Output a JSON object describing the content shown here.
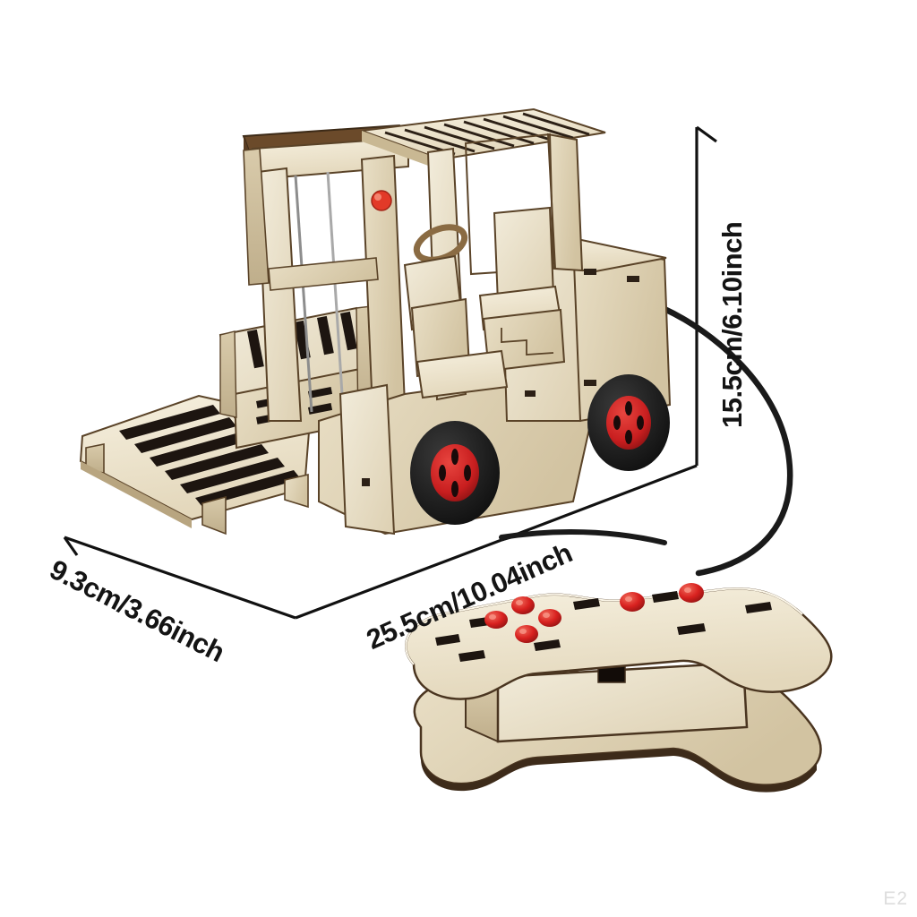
{
  "scene": {
    "background_color": "#ffffff",
    "description": "Wooden DIY forklift model kit with wired wooden remote controller, annotated with product dimensions"
  },
  "dimensions": {
    "width": {
      "label": "9.3cm/3.66inch",
      "cm": 9.3,
      "inch": 3.66,
      "axis": "width"
    },
    "length": {
      "label": "25.5cm/10.04inch",
      "cm": 25.5,
      "inch": 10.04,
      "axis": "length"
    },
    "height": {
      "label": "15.5cm/6.10inch",
      "cm": 15.5,
      "inch": 6.1,
      "axis": "height"
    }
  },
  "watermark": {
    "text": "E2",
    "color": "#dddddd"
  },
  "colors": {
    "plywood_light": "#efe7d2",
    "plywood_mid": "#e2d6ba",
    "plywood_shadow": "#cbbb97",
    "laser_edge": "#4a3520",
    "burn_dark": "#2c2016",
    "slot_black": "#1d1510",
    "tire_black": "#191919",
    "hub_red": "#cc1f20",
    "knob_red": "#e23a28",
    "button_red": "#d8211f",
    "cable_black": "#1a1a1a",
    "dimension_line": "#111111"
  },
  "forklift": {
    "name": "wooden-forklift-model",
    "parts": {
      "canopy_roof_slats": 9,
      "mast_uprights": 2,
      "pallet_slats": 6,
      "wheels": 2,
      "mast_knob": "red-knob",
      "carriage_backrest_bars": 5
    }
  },
  "controller": {
    "name": "wooden-remote-controller",
    "buttons": [
      {
        "id": "btn-1",
        "color": "#d8211f"
      },
      {
        "id": "btn-2",
        "color": "#d8211f"
      },
      {
        "id": "btn-3",
        "color": "#d8211f"
      },
      {
        "id": "btn-4",
        "color": "#d8211f"
      },
      {
        "id": "btn-5",
        "color": "#d8211f"
      },
      {
        "id": "btn-6",
        "color": "#d8211f"
      }
    ],
    "button_count": 6,
    "front_port": "rectangular-cutout"
  },
  "cable": {
    "name": "control-cable",
    "color": "#1a1a1a"
  }
}
